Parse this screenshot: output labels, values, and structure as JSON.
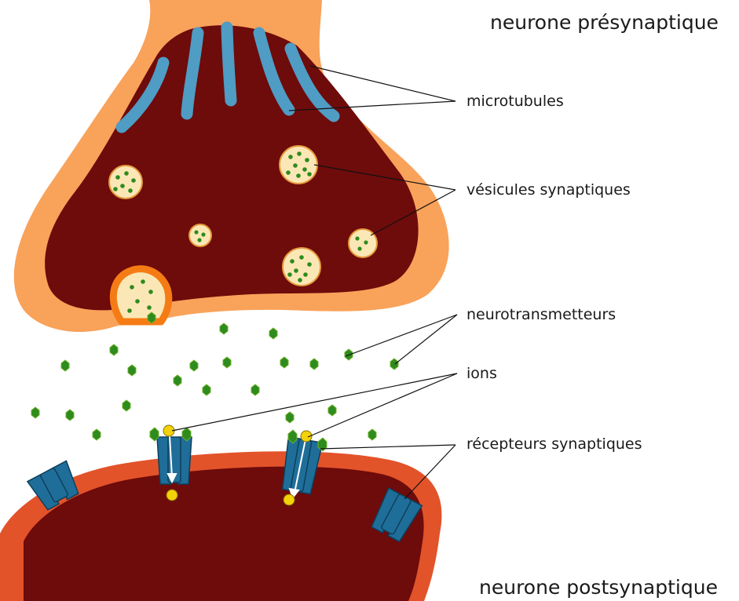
{
  "labels": {
    "presynaptic": "neurone présynaptique",
    "microtubules": "microtubules",
    "vesicles": "vésicules synaptiques",
    "neurotransmitters": "neurotransmetteurs",
    "ions": "ions",
    "receptors": "récepteurs synaptiques",
    "postsynaptic": "neurone postsynaptique"
  },
  "colors": {
    "presynaptic_membrane": "#F9A25A",
    "cytoplasm": "#6E0B0B",
    "postsynaptic_membrane": "#E2532A",
    "microtubule": "#4F9CC4",
    "vesicle_fill": "#FBE7B6",
    "vesicle_edge": "#E59A3C",
    "fusing_vesicle_edge": "#F57C15",
    "neurotransmitter": "#2E8B1E",
    "ion": "#F2D20A",
    "receptor": "#1F6E99",
    "leader_line": "#111111"
  },
  "icons": {
    "neurotransmitter": "green-hexagon",
    "ion": "yellow-circle",
    "receptor": "ion-channel-receptor"
  }
}
